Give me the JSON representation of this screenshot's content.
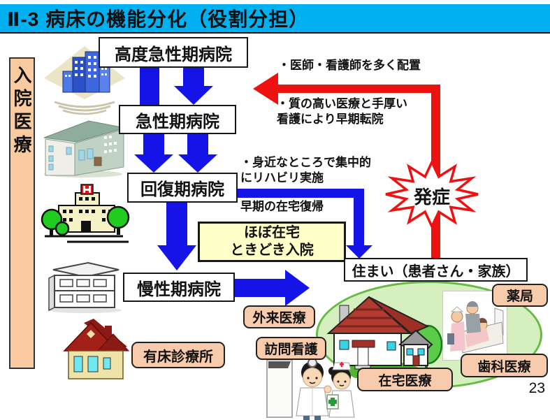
{
  "title": "Ⅱ-3 病床の機能分化（役割分担）",
  "page_number": "23",
  "sidebar": {
    "label": "入院医療"
  },
  "flow": {
    "boxes": [
      {
        "id": "advanced-acute",
        "label": "高度急性期病院"
      },
      {
        "id": "acute",
        "label": "急性期病院"
      },
      {
        "id": "recovery",
        "label": "回復期病院"
      },
      {
        "id": "chronic",
        "label": "慢性期病院"
      }
    ]
  },
  "annotations": {
    "staffing": "・医師・看護師を多く配置",
    "quality_line1": "・質の高い医療と手厚い",
    "quality_line2": "看護により早期転院",
    "rehab_line1": "・身近なところで集中的",
    "rehab_line2": "にリハビリ実施",
    "early_home_return": "早期の在宅復帰"
  },
  "onset": {
    "label": "発症"
  },
  "home_base_box": {
    "line1": "ほぼ在宅",
    "line2": "ときどき入院"
  },
  "residence": {
    "label": "住まい（患者さん・家族）"
  },
  "services": [
    {
      "id": "outpatient",
      "label": "外来医療"
    },
    {
      "id": "visiting-nursing",
      "label": "訪問看護"
    },
    {
      "id": "clinic-with-beds",
      "label": "有床診療所"
    },
    {
      "id": "home-medical",
      "label": "在宅医療"
    },
    {
      "id": "dental",
      "label": "歯科医療"
    },
    {
      "id": "pharmacy",
      "label": "薬局"
    }
  ],
  "colors": {
    "title_bar": "#00B0F0",
    "arrow_blue": "#1414E8",
    "arrow_red": "#EE1111",
    "service_label_bg": "#F8CBAD",
    "sidebar_bg": "#F9CB9E",
    "home_box_bg": "#FFFFC8",
    "community_blob_bg": "#D5F0BE",
    "community_blob_border": "#66BB44"
  }
}
